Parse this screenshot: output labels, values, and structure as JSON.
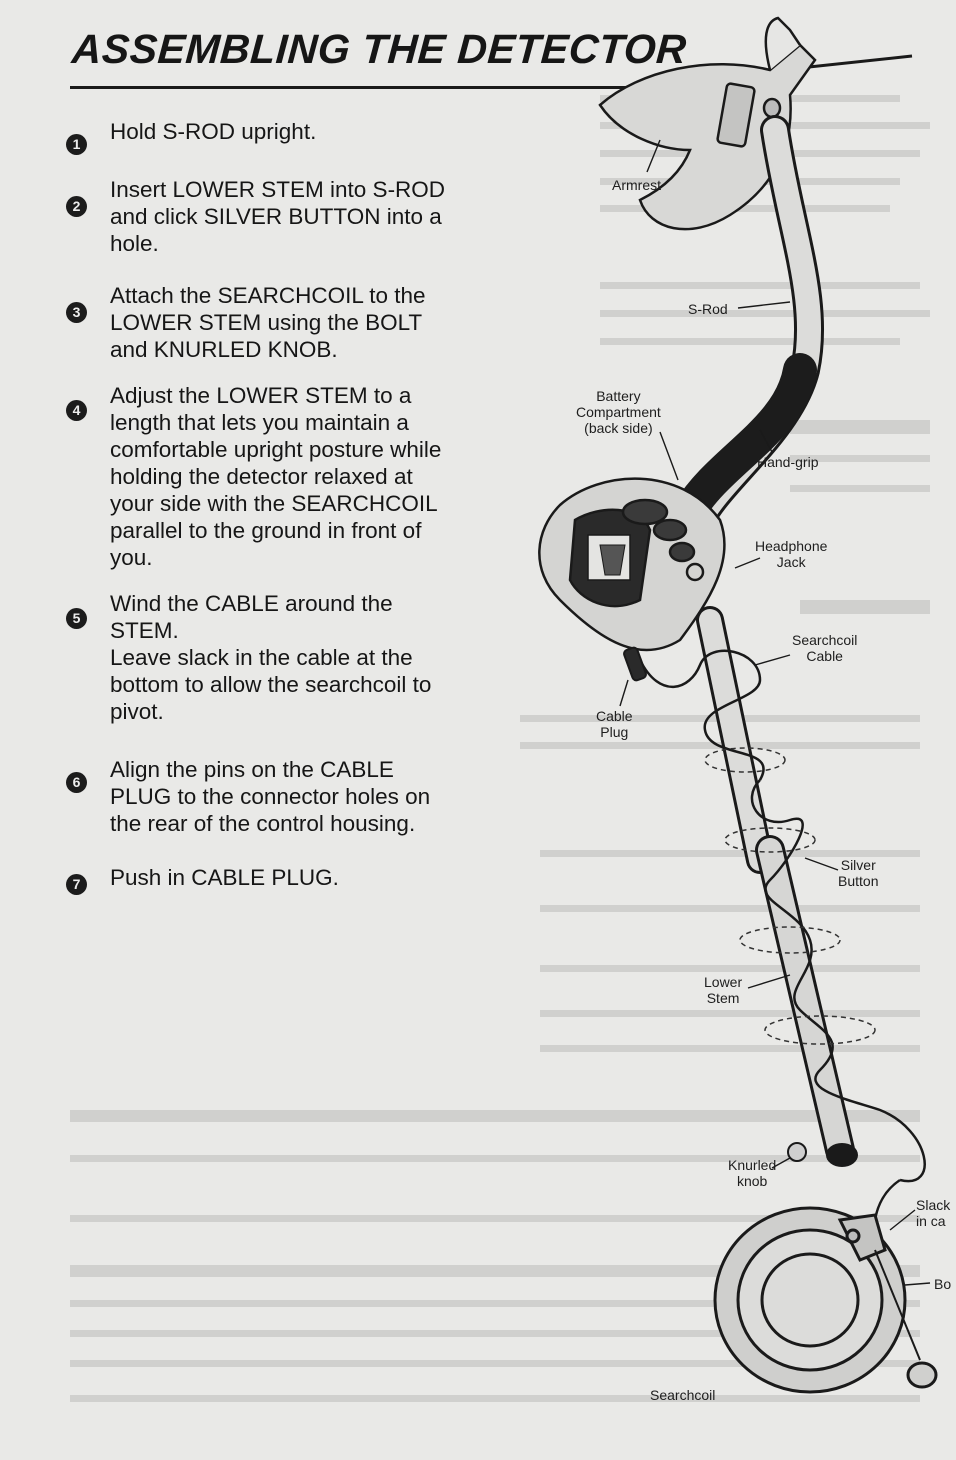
{
  "title": "ASSEMBLING THE DETECTOR",
  "steps": [
    {
      "num": "1",
      "lines": [
        "Hold S-ROD upright."
      ]
    },
    {
      "num": "2",
      "lines": [
        "Insert LOWER STEM into S-ROD",
        "and click SILVER BUTTON into a",
        "hole."
      ]
    },
    {
      "num": "3",
      "lines": [
        "Attach the SEARCHCOIL to the",
        "LOWER STEM using the BOLT",
        "and KNURLED KNOB."
      ]
    },
    {
      "num": "4",
      "lines": [
        "Adjust the LOWER STEM to a",
        "length that lets you maintain a",
        "comfortable upright posture while",
        "holding the detector relaxed at",
        "your side with the SEARCHCOIL",
        "parallel to the ground in front of",
        "you."
      ]
    },
    {
      "num": "5",
      "lines": [
        "Wind the CABLE around the",
        "STEM.",
        "Leave slack in the cable at the",
        "bottom to allow the searchcoil to",
        "pivot."
      ]
    },
    {
      "num": "6",
      "lines": [
        "Align the pins on the CABLE",
        "PLUG to the connector holes on",
        "the rear of the control housing."
      ]
    },
    {
      "num": "7",
      "lines": [
        "Push in CABLE PLUG."
      ]
    }
  ],
  "labels": {
    "armrest": "Armrest",
    "s_rod": "S-Rod",
    "battery": [
      "Battery",
      "Compartment",
      "(back side)"
    ],
    "hand_grip": "Hand-grip",
    "headphone": [
      "Headphone",
      "Jack"
    ],
    "searchcoil_cable": [
      "Searchcoil",
      "Cable"
    ],
    "cable_plug": [
      "Cable",
      "Plug"
    ],
    "silver_button": [
      "Silver",
      "Button"
    ],
    "lower_stem": [
      "Lower",
      "Stem"
    ],
    "knurled_knob": [
      "Knurled",
      "knob"
    ],
    "slack": [
      "Slack",
      "in ca"
    ],
    "bolt": "Bo",
    "searchcoil": "Searchcoil"
  },
  "colors": {
    "paper": "#e9e9e7",
    "ink": "#161616",
    "grip": "#1c1c1c",
    "metal": "#cfcfcf"
  }
}
